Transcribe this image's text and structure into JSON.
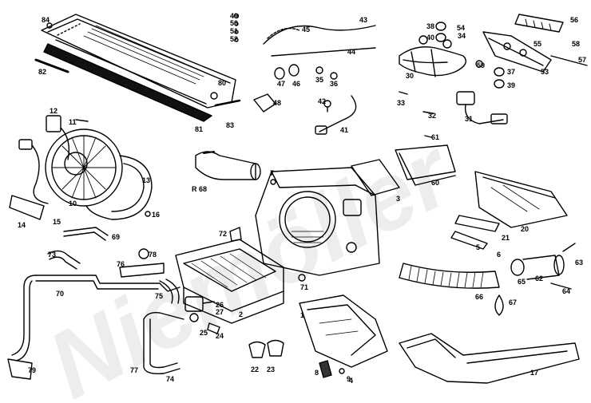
{
  "diagram": {
    "watermark": "Niemöller",
    "labels": [
      "84",
      "83",
      "82",
      "81",
      "80",
      "49",
      "50",
      "51",
      "52",
      "43",
      "45",
      "44",
      "46",
      "47",
      "35",
      "36",
      "42",
      "41",
      "38",
      "40",
      "54",
      "55",
      "56",
      "58",
      "57",
      "30",
      "34",
      "37",
      "39",
      "53",
      "59",
      "12",
      "11",
      "10",
      "13",
      "14",
      "15",
      "16",
      "69",
      "73",
      "76",
      "78",
      "70",
      "71",
      "72",
      "75",
      "26",
      "27",
      "25",
      "24",
      "77",
      "74",
      "79",
      "7",
      "R 68",
      "61",
      "60",
      "3",
      "20",
      "21",
      "6",
      "5",
      "66",
      "65",
      "62",
      "63",
      "64",
      "67",
      "2",
      "1",
      "33",
      "32",
      "31",
      "48",
      "8",
      "9",
      "22",
      "23",
      "4",
      "17"
    ]
  }
}
